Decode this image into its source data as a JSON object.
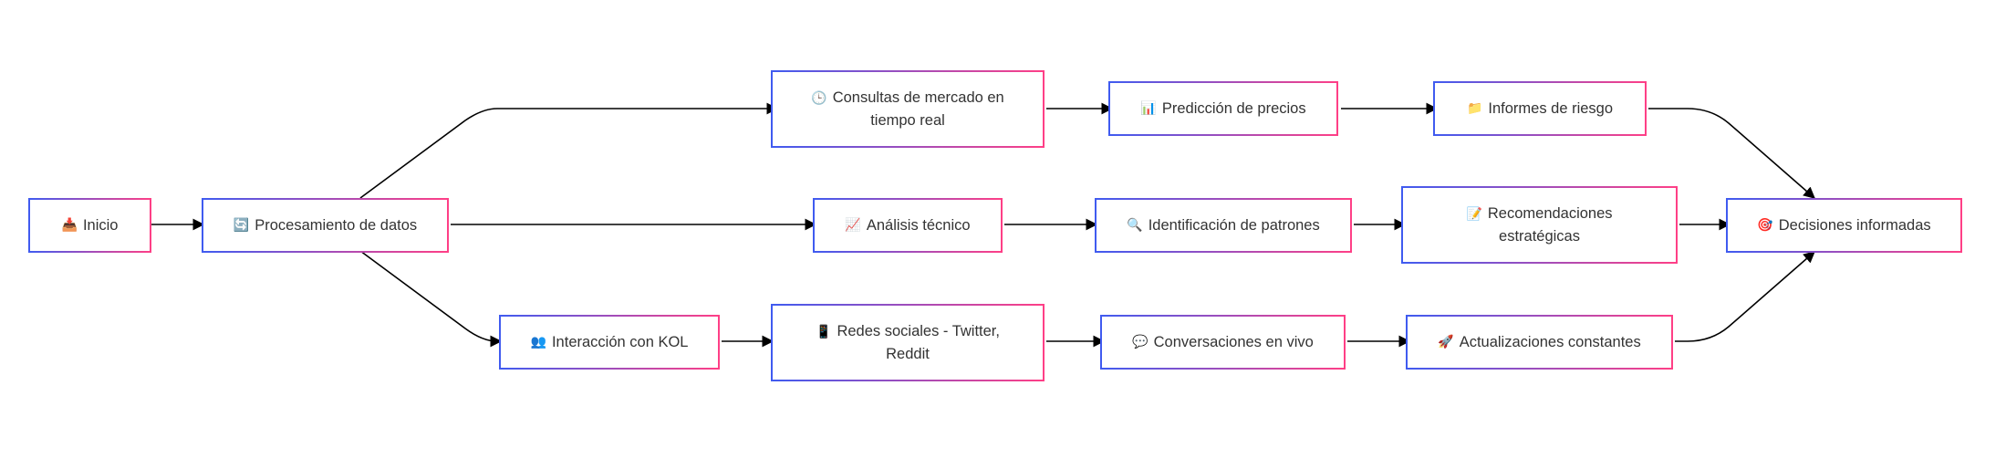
{
  "nodes": {
    "inicio": {
      "icon": "📥",
      "icon_name": "inbox-tray-icon",
      "label": "Inicio"
    },
    "procesamiento": {
      "icon": "🔄",
      "icon_name": "refresh-icon",
      "label": "Procesamiento de datos"
    },
    "consultas": {
      "icon": "🕒",
      "icon_name": "clock-icon",
      "label": "Consultas de mercado en tiempo real"
    },
    "prediccion": {
      "icon": "📊",
      "icon_name": "bar-chart-icon",
      "label": "Predicción de precios"
    },
    "informes": {
      "icon": "📁",
      "icon_name": "folder-icon",
      "label": "Informes de riesgo"
    },
    "analisis": {
      "icon": "📈",
      "icon_name": "trend-chart-icon",
      "label": "Análisis técnico"
    },
    "identificacion": {
      "icon": "🔍",
      "icon_name": "magnifier-icon",
      "label": "Identificación de patrones"
    },
    "recomendaciones": {
      "icon": "📝",
      "icon_name": "memo-icon",
      "label": "Recomendaciones estratégicas"
    },
    "decisiones": {
      "icon": "🎯",
      "icon_name": "target-icon",
      "label": "Decisiones informadas"
    },
    "interaccion": {
      "icon": "👥",
      "icon_name": "people-icon",
      "label": "Interacción con KOL"
    },
    "redes": {
      "icon": "📱",
      "icon_name": "phone-icon",
      "label": "Redes sociales - Twitter, Reddit"
    },
    "conversaciones": {
      "icon": "💬",
      "icon_name": "speech-bubble-icon",
      "label": "Conversaciones en vivo"
    },
    "actualizaciones": {
      "icon": "🚀",
      "icon_name": "rocket-icon",
      "label": "Actualizaciones constantes"
    }
  },
  "colors": {
    "border_start": "#3f5bf0",
    "border_end": "#ff3f86",
    "edge": "#000000",
    "text": "#333333"
  }
}
